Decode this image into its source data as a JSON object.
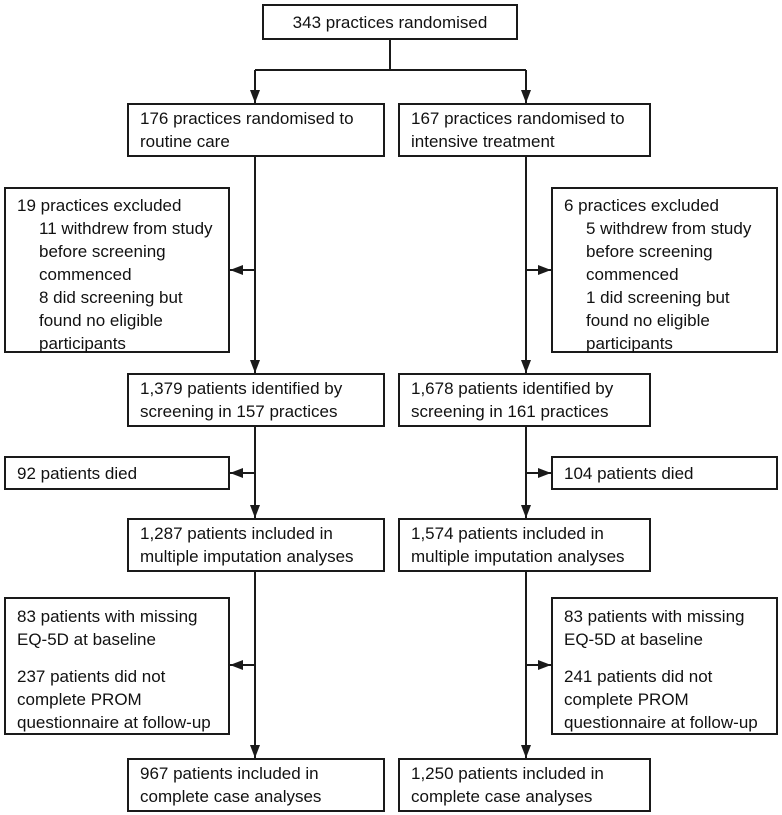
{
  "colors": {
    "line": "#1a1a1a",
    "box_border": "#1a1a1a",
    "text": "#111111",
    "background": "#ffffff"
  },
  "boxes": {
    "randomised": {
      "text": "343 practices randomised"
    },
    "routine_arm": {
      "lines": [
        "176 practices randomised to",
        "routine care"
      ]
    },
    "intensive_arm": {
      "lines": [
        "167 practices randomised to",
        "intensive treatment"
      ]
    },
    "excluded_routine": {
      "lines": [
        "19 practices excluded",
        "11 withdrew from study",
        "before screening",
        "commenced",
        "8 did screening but",
        "found no eligible",
        "participants"
      ]
    },
    "excluded_intensive": {
      "lines": [
        "6 practices excluded",
        "5 withdrew from study",
        "before screening",
        "commenced",
        "1 did screening but",
        "found no eligible",
        "participants"
      ]
    },
    "identified_routine": {
      "lines": [
        "1,379 patients identified by",
        "screening in 157 practices"
      ]
    },
    "identified_intensive": {
      "lines": [
        "1,678 patients identified by",
        "screening in 161 practices"
      ]
    },
    "died_routine": {
      "text": "92 patients died"
    },
    "died_intensive": {
      "text": "104 patients died"
    },
    "imputation_routine": {
      "lines": [
        "1,287 patients included in",
        "multiple imputation analyses"
      ]
    },
    "imputation_intensive": {
      "lines": [
        "1,574 patients included in",
        "multiple imputation analyses"
      ]
    },
    "missing_routine": {
      "para1": [
        "83 patients with missing",
        "EQ-5D at baseline"
      ],
      "para2": [
        "237 patients did not",
        "complete PROM",
        "questionnaire at follow-up"
      ]
    },
    "missing_intensive": {
      "para1": [
        "83 patients with missing",
        "EQ-5D at baseline"
      ],
      "para2": [
        "241 patients did not",
        "complete PROM",
        "questionnaire at follow-up"
      ]
    },
    "complete_routine": {
      "lines": [
        "967 patients included in",
        "complete case analyses"
      ]
    },
    "complete_intensive": {
      "lines": [
        "1,250 patients included in",
        "complete case analyses"
      ]
    }
  }
}
